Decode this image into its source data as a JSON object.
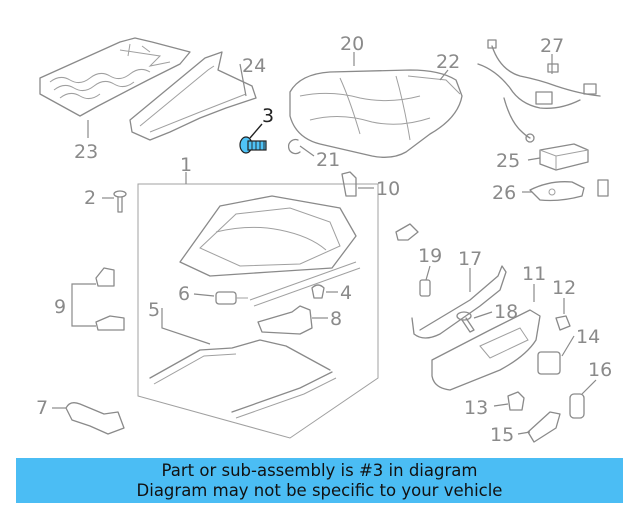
{
  "diagram": {
    "callouts": [
      "1",
      "2",
      "3",
      "4",
      "5",
      "6",
      "7",
      "8",
      "9",
      "10",
      "11",
      "12",
      "13",
      "14",
      "15",
      "16",
      "17",
      "18",
      "19",
      "20",
      "21",
      "22",
      "23",
      "24",
      "25",
      "26",
      "27"
    ],
    "highlighted_part": "3",
    "highlight_color": "#4fc3f7"
  },
  "banner": {
    "line1": "Part or sub-assembly is #3 in diagram",
    "line2": "Diagram may not be specific to your vehicle",
    "background": "#4bbdf4"
  }
}
